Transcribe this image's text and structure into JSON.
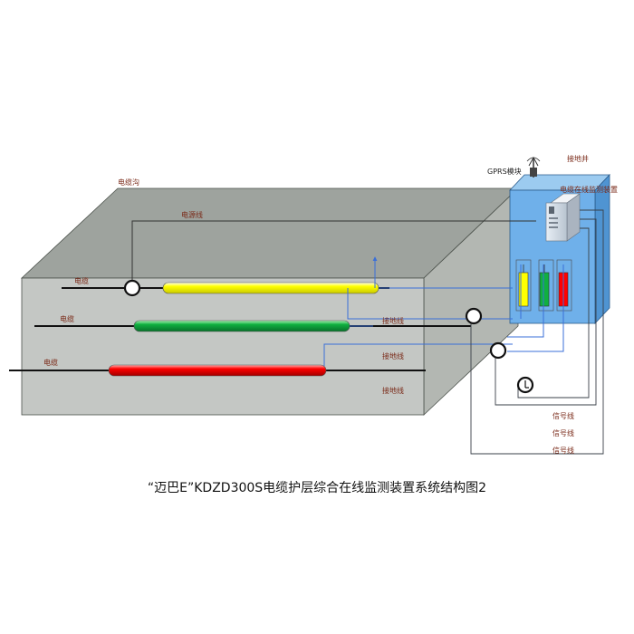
{
  "labels": {
    "cable_trench": "电缆沟",
    "power_line": "电源线",
    "cable_1": "电缆",
    "cable_2": "电缆",
    "cable_3": "电缆",
    "grounding_line_1": "接地线",
    "grounding_line_2": "接地线",
    "grounding_line_3": "接地线",
    "gprs_module": "GPRS模块",
    "grounding_well": "接地井",
    "monitor_device": "电缆在线监测装置",
    "signal_line_1": "信号线",
    "signal_line_2": "信号线",
    "signal_line_3": "信号线"
  },
  "caption": "“迈巴E”KDZD300S电缆护层综合在线监测装置系统结构图2",
  "colors": {
    "trench_front": "#c4c7c4",
    "trench_top": "#9ea39e",
    "trench_side": "#b3b7b2",
    "well_box": "#6fb0ea",
    "cable_yellow": "#ffff00",
    "cable_green": "#10b040",
    "cable_red": "#ff0000",
    "ground_wire": "#3a6fd8"
  }
}
